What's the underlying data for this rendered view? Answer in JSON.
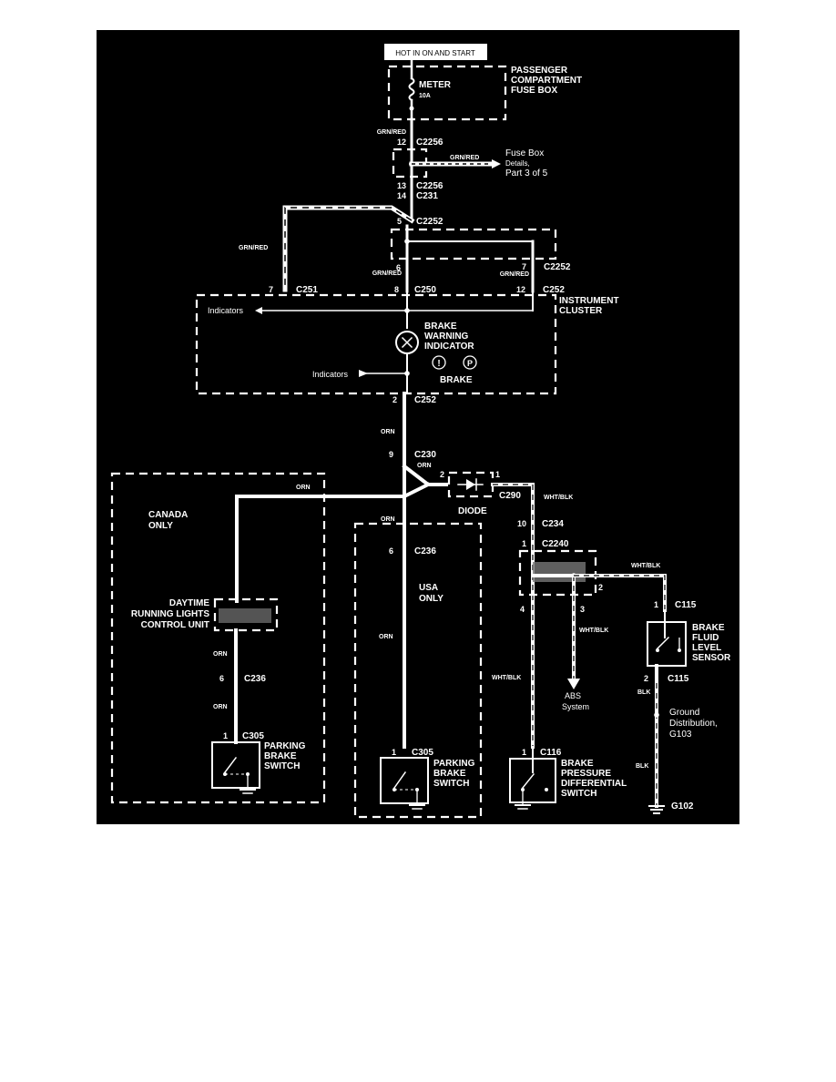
{
  "top_label": "HOT IN ON AND START",
  "fuse_box": {
    "title_l1": "PASSENGER",
    "title_l2": "COMPARTMENT",
    "title_l3": "FUSE BOX",
    "fuse_name": "METER",
    "fuse_rating": "10A"
  },
  "fuse_details": {
    "l1": "Fuse Box",
    "l2": "Details,",
    "l3": "Part 3 of 5"
  },
  "cluster": {
    "title_l1": "INSTRUMENT",
    "title_l2": "CLUSTER",
    "indicators_left": "Indicators",
    "indicators_in": "Indicators",
    "lamp_l1": "BRAKE",
    "lamp_l2": "WARNING",
    "lamp_l3": "INDICATOR",
    "lamp_sub": "BRAKE"
  },
  "diode_label": "DIODE",
  "abs": {
    "l1": "ABS",
    "l2": "System"
  },
  "canada": {
    "l1": "CANADA",
    "l2": "ONLY"
  },
  "usa": {
    "l1": "USA",
    "l2": "ONLY"
  },
  "drl": {
    "l1": "DAYTIME",
    "l2": "RUNNING LIGHTS",
    "l3": "CONTROL UNIT"
  },
  "pbs_canada": {
    "l1": "PARKING",
    "l2": "BRAKE",
    "l3": "SWITCH"
  },
  "pbs_usa": {
    "l1": "PARKING",
    "l2": "BRAKE",
    "l3": "SWITCH"
  },
  "bpds": {
    "l1": "BRAKE",
    "l2": "PRESSURE",
    "l3": "DIFFERENTIAL",
    "l4": "SWITCH"
  },
  "bfls": {
    "l1": "BRAKE",
    "l2": "FLUID",
    "l3": "LEVEL",
    "l4": "SENSOR"
  },
  "ground": {
    "l1": "Ground",
    "l2": "Distribution,",
    "l3": "G103",
    "g102": "G102"
  },
  "connectors": {
    "c2256a": "C2256",
    "pin12": "12",
    "c2256b": "C2256",
    "pin13": "13",
    "c231": "C231",
    "pin14": "14",
    "c2252a": "C2252",
    "pin5": "5",
    "pin6": "6",
    "pin7": "7",
    "c2252b": "C2252",
    "c251": "C251",
    "pin7b": "7",
    "c250": "C250",
    "pin8": "8",
    "c252a": "C252",
    "pin12b": "12",
    "c252b": "C252",
    "pin2": "2",
    "c230": "C230",
    "pin9": "9",
    "c290": "C290",
    "pin2d": "2",
    "pin1d": "1",
    "c234": "C234",
    "pin10": "10",
    "c2240": "C2240",
    "pin1e": "1",
    "pin4": "4",
    "pin3": "3",
    "pin2e": "2",
    "c236a": "C236",
    "pin6a": "6",
    "c236b": "C236",
    "pin6b": "6",
    "c305a": "C305",
    "pin1a": "1",
    "c305b": "C305",
    "pin1b": "1",
    "c116": "C116",
    "pin1c": "1",
    "c115a": "C115",
    "pin1f": "1",
    "c115b": "C115",
    "pin2f": "2"
  },
  "wires": {
    "grn_red_1": "GRN/RED",
    "grn_red_2": "GRN/RED",
    "grn_red_3": "GRN/RED",
    "grn_red_4": "GRN/RED",
    "grn_red_5": "GRN/RED",
    "orn_1": "ORN",
    "orn_2": "ORN",
    "orn_3": "ORN",
    "orn_4": "ORN",
    "orn_5": "ORN",
    "orn_6": "ORN",
    "orn_7": "ORN",
    "wht_blk_1": "WHT/BLK",
    "wht_blk_2": "WHT/BLK",
    "wht_blk_3": "WHT/BLK",
    "wht_blk_4": "WHT/BLK",
    "blk_1": "BLK",
    "blk_2": "BLK"
  },
  "colors": {
    "background": "#000000",
    "ink": "#ffffff",
    "page": "#ffffff"
  }
}
